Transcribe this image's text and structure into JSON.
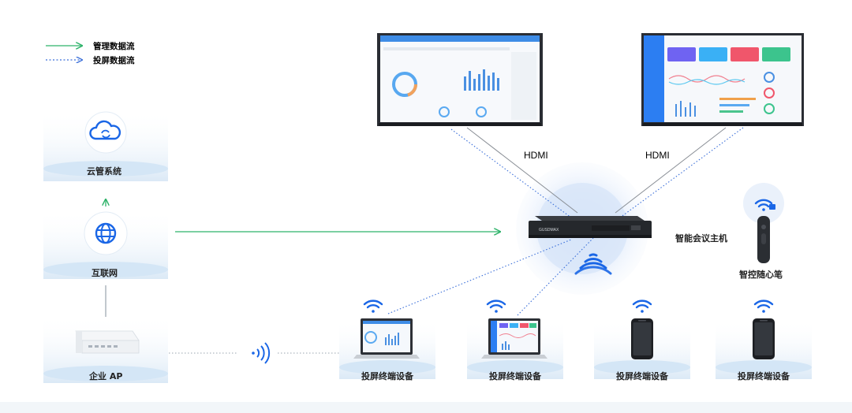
{
  "legend": {
    "mgmt_label": "管理数据流",
    "cast_label": "投屏数据流"
  },
  "nodes": {
    "cloud": "云管系统",
    "internet": "互联网",
    "ap": "企业 AP",
    "host": "智能会议主机",
    "pen": "智控随心笔",
    "terminal_1": "投屏终端设备",
    "terminal_2": "投屏终端设备",
    "terminal_3": "投屏终端设备",
    "terminal_4": "投屏终端设备"
  },
  "links": {
    "hdmi_left": "HDMI",
    "hdmi_right": "HDMI"
  },
  "device_brand": "GUSDMAX",
  "colors": {
    "mgmt_line": "#2fb36a",
    "cast_line": "#3b6fd9",
    "accent_blue": "#1a66e6",
    "panel_bg": "#eaf3fb"
  }
}
